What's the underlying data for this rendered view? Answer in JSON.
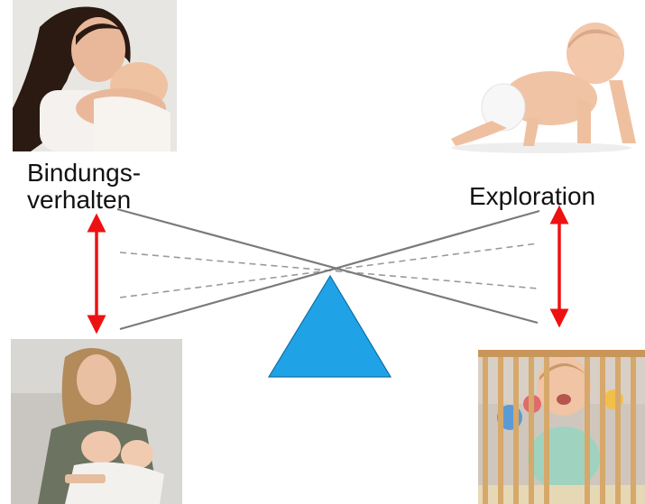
{
  "labels": {
    "attachment_line1": "Bindungs-",
    "attachment_line2": "verhalten",
    "exploration": "Exploration"
  },
  "colors": {
    "beam": "#7a7a7a",
    "dashed": "#9a9a9a",
    "arrow": "#ee1111",
    "fulcrum": "#1fa3e6",
    "fulcrum_stroke": "#0d6fa8"
  },
  "icons": [
    "mother-holding-newborn-photo",
    "crawling-baby-photo",
    "breastfeeding-mother-photo",
    "crying-baby-in-crib-photo",
    "fulcrum-triangle-icon",
    "double-arrow-icon"
  ]
}
